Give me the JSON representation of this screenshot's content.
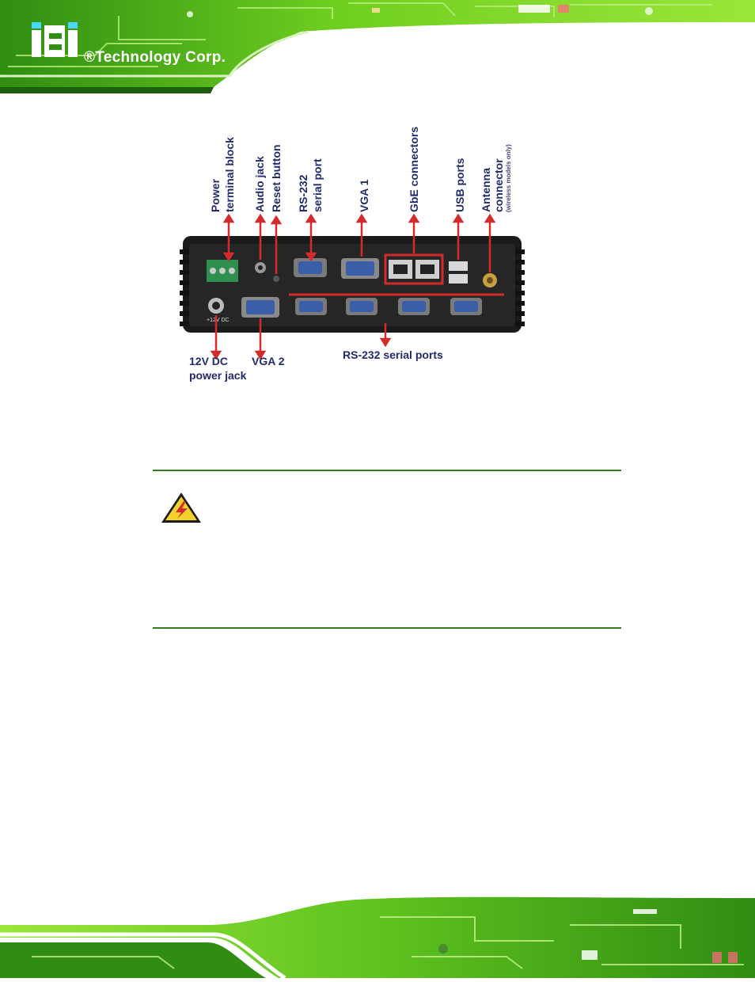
{
  "header": {
    "brand_mark": "iEi",
    "brand_name": "®Technology Corp."
  },
  "figure": {
    "labels": {
      "power_line1": "Power",
      "power_line2": "terminal block",
      "audio_jack": "Audio jack",
      "reset_button": "Reset button",
      "rs232_line1": "RS-232",
      "rs232_line2": "serial port",
      "vga1": "VGA 1",
      "gbe": "GbE connectors",
      "usb": "USB ports",
      "antenna_line1": "Antenna",
      "antenna_line2": "connector",
      "antenna_note": "(wireless models only)",
      "dc_jack_line1": "12V DC",
      "dc_jack_line2": "power jack",
      "vga2": "VGA 2",
      "rs232_ports": "RS-232 serial ports"
    },
    "panel_markings": {
      "dc_label": "+12V DC"
    }
  },
  "colors": {
    "label": "#232a6b",
    "arrow": "#d42a2a",
    "rule": "#2f7d1e",
    "pcb_green": "#5fc31f",
    "warning_yellow": "#f2d22a"
  },
  "icons": {
    "warning": "warning-icon"
  }
}
